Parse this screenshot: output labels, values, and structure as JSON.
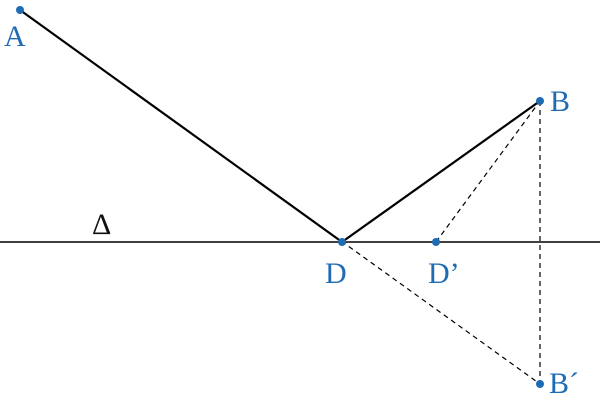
{
  "colors": {
    "point": "#1f6cb5",
    "label": "#1f6cb5",
    "line": "#000000"
  },
  "line_label": "Δ",
  "points": {
    "A": "A",
    "B": "B",
    "D": "D",
    "D_prime": "D’",
    "B_prime": "B´"
  }
}
